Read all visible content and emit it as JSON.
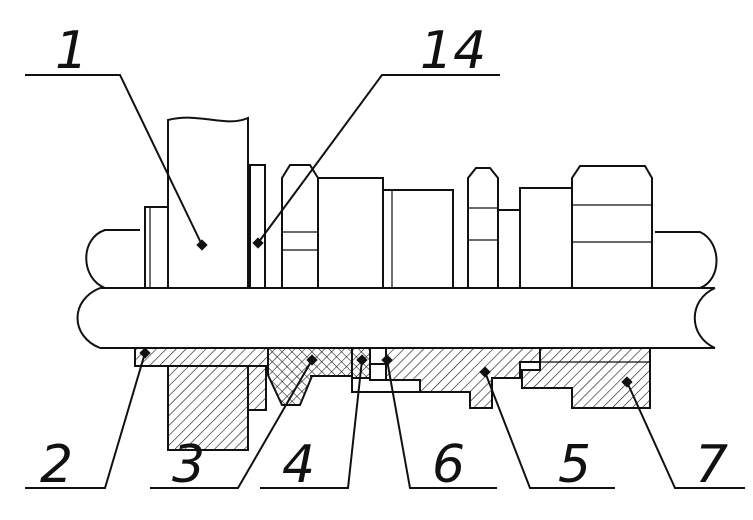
{
  "diagram": {
    "colors": {
      "line": "#111111",
      "background": "#ffffff"
    },
    "callouts": [
      {
        "id": "1",
        "label": "1"
      },
      {
        "id": "14",
        "label": "14"
      },
      {
        "id": "2",
        "label": "2"
      },
      {
        "id": "3",
        "label": "3"
      },
      {
        "id": "4",
        "label": "4"
      },
      {
        "id": "6",
        "label": "6"
      },
      {
        "id": "5",
        "label": "5"
      },
      {
        "id": "7",
        "label": "7"
      }
    ]
  }
}
